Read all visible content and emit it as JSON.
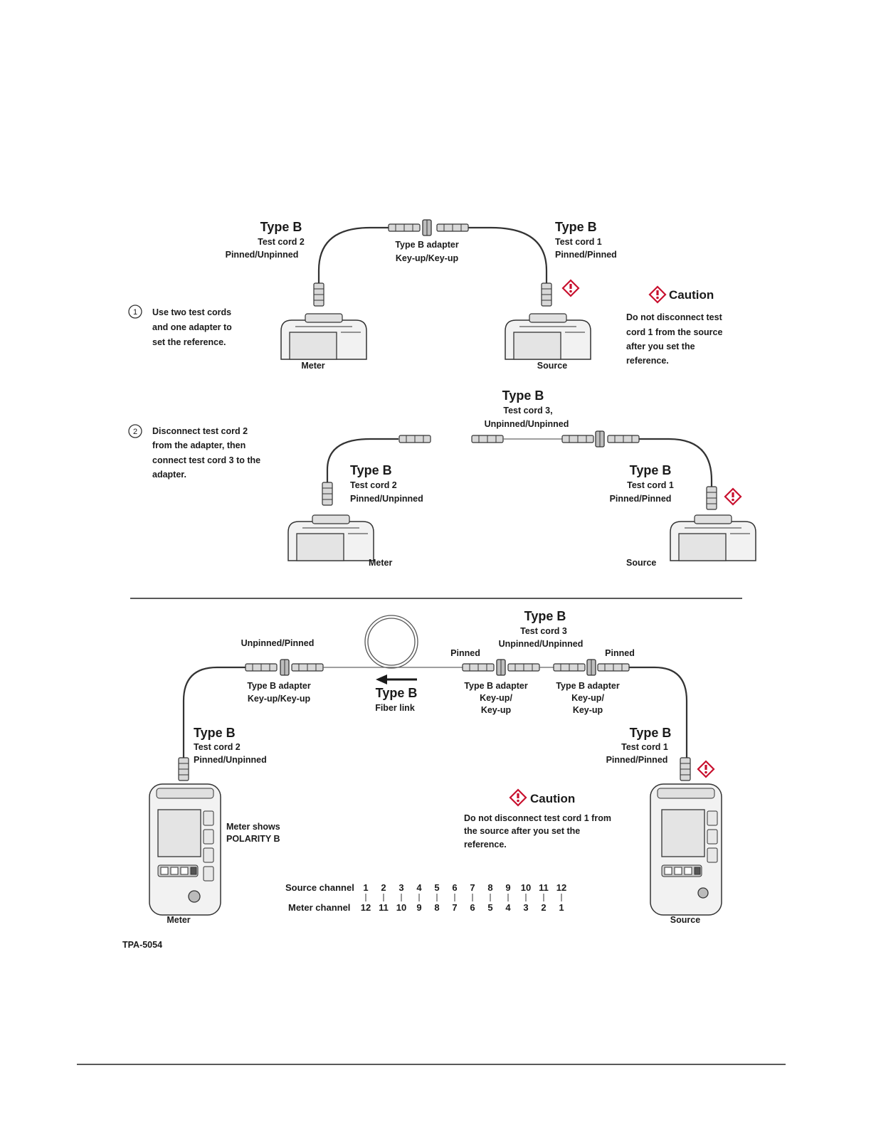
{
  "panel1": {
    "left_cord": {
      "type": "Type B",
      "line1": "Test cord 2",
      "line2": "Pinned/Unpinned"
    },
    "adapter": {
      "line1": "Type B adapter",
      "line2": "Key-up/Key-up"
    },
    "right_cord": {
      "type": "Type B",
      "line1": "Test cord 1",
      "line2": "Pinned/Pinned"
    },
    "step_num": "1",
    "step_lines": [
      "Use two test cords",
      "and one adapter to",
      "set the reference."
    ],
    "meter_label": "Meter",
    "source_label": "Source",
    "caution_title": "Caution",
    "caution_lines": [
      "Do not disconnect test",
      "cord 1 from the source",
      "after you set the",
      "reference."
    ]
  },
  "panel2": {
    "cord3": {
      "type": "Type B",
      "line1": "Test cord 3,",
      "line2": "Unpinned/Unpinned"
    },
    "step_num": "2",
    "step_lines": [
      "Disconnect test cord 2",
      "from the adapter, then",
      "connect test cord 3 to the",
      "adapter."
    ],
    "left_cord": {
      "type": "Type B",
      "line1": "Test cord 2",
      "line2": "Pinned/Unpinned"
    },
    "right_cord": {
      "type": "Type B",
      "line1": "Test cord 1",
      "line2": "Pinned/Pinned"
    },
    "meter_label": "Meter",
    "source_label": "Source"
  },
  "panel3": {
    "cord3": {
      "type": "Type B",
      "line1": "Test cord 3",
      "line2": "Unpinned/Unpinned"
    },
    "left_adapter_top": "Unpinned/Pinned",
    "left_adapter": {
      "line1": "Type B adapter",
      "line2": "Key-up/Key-up"
    },
    "fiber": {
      "type": "Type B",
      "line1": "Fiber link"
    },
    "pinned_left": "Pinned",
    "pinned_right": "Pinned",
    "mid_adapter": {
      "line1": "Type B adapter",
      "line2": "Key-up/",
      "line3": "Key-up"
    },
    "right_adapter": {
      "line1": "Type B adapter",
      "line2": "Key-up/",
      "line3": "Key-up"
    },
    "left_cord": {
      "type": "Type B",
      "line1": "Test cord 2",
      "line2": "Pinned/Unpinned"
    },
    "right_cord": {
      "type": "Type B",
      "line1": "Test cord 1",
      "line2": "Pinned/Pinned"
    },
    "meter_shows": [
      "Meter shows",
      "POLARITY B"
    ],
    "caution_title": "Caution",
    "caution_lines": [
      "Do not disconnect test cord 1 from",
      "the source after you set the",
      "reference."
    ],
    "source_channel_label": "Source channel",
    "meter_channel_label": "Meter channel",
    "source_channels": [
      "1",
      "2",
      "3",
      "4",
      "5",
      "6",
      "7",
      "8",
      "9",
      "10",
      "11",
      "12"
    ],
    "meter_channels": [
      "12",
      "11",
      "10",
      "9",
      "8",
      "7",
      "6",
      "5",
      "4",
      "3",
      "2",
      "1"
    ],
    "meter_label": "Meter",
    "source_label": "Source"
  },
  "figure_id": "TPA-5054",
  "colors": {
    "warning": "#c8102e",
    "line": "#333333"
  }
}
